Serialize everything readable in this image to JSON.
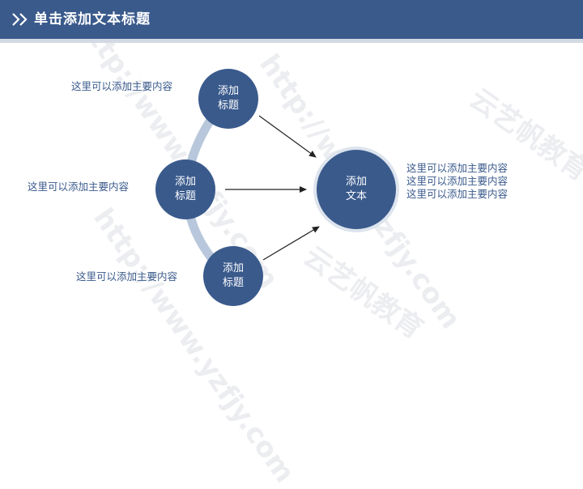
{
  "header": {
    "title": "单击添加文本标题"
  },
  "nodes": {
    "top": {
      "line1": "添加",
      "line2": "标题"
    },
    "middle": {
      "line1": "添加",
      "line2": "标题"
    },
    "bottom": {
      "line1": "添加",
      "line2": "标题"
    },
    "center": {
      "line1": "添加",
      "line2": "文本"
    }
  },
  "descriptions": {
    "top": "这里可以添加主要内容",
    "middle": "这里可以添加主要内容",
    "bottom": "这里可以添加主要内容",
    "right": [
      "这里可以添加主要内容",
      "这里可以添加主要内容",
      "这里可以添加主要内容"
    ]
  },
  "watermark": {
    "text": "http://www.yzfjy.com",
    "brand": "云艺帆教育"
  },
  "colors": {
    "primary": "#3a5a8c",
    "arc": "#b8c7db",
    "header_rule": "#d3d9e3",
    "text": "#3a5a8c"
  }
}
